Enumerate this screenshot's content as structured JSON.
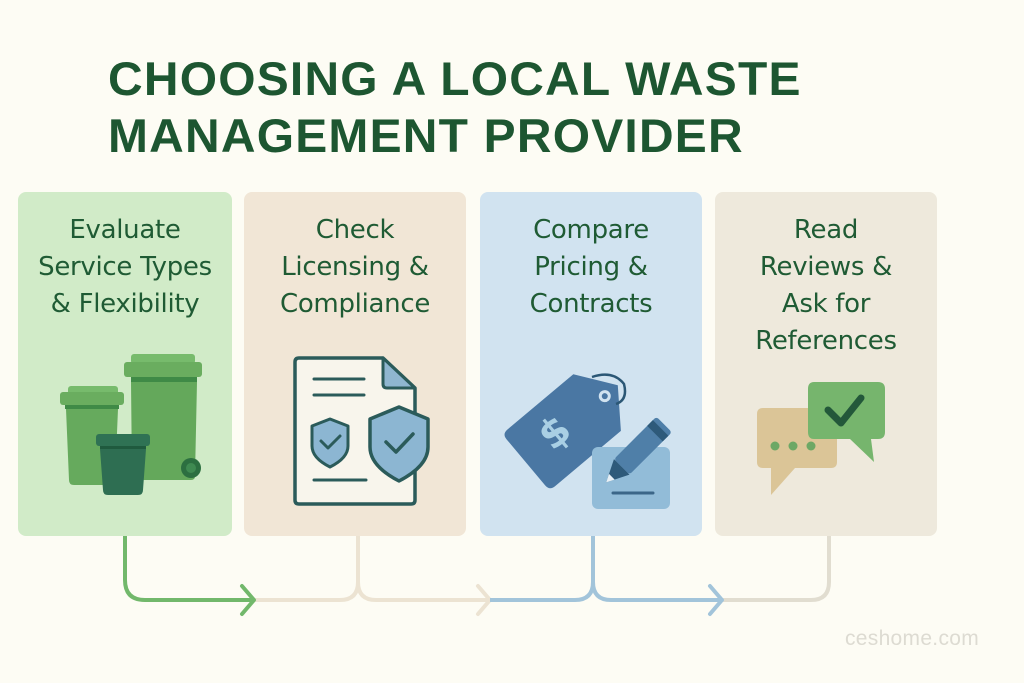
{
  "title": {
    "line1": "CHOOSING A LOCAL WASTE",
    "line2": "MANAGEMENT PROVIDER"
  },
  "colors": {
    "background": "#fdfcf4",
    "title": "#1d5631",
    "card_text": "#1f5b34",
    "card1_bg": "#d1ebc8",
    "card2_bg": "#f1e6d6",
    "card3_bg": "#d1e3f0",
    "card4_bg": "#eee9dc",
    "arrow_green": "#72b86b",
    "arrow_beige": "#ece3d2",
    "arrow_blue": "#a2c4da",
    "arrow_gray": "#e1ddd0"
  },
  "steps": [
    {
      "lines": [
        "Evaluate",
        "Service Types",
        "& Flexibility"
      ],
      "icon": "waste-bins-icon"
    },
    {
      "lines": [
        "Check",
        "Licensing &",
        "Compliance"
      ],
      "icon": "document-shield-icon"
    },
    {
      "lines": [
        "Compare",
        "Pricing &",
        "Contracts"
      ],
      "icon": "price-tag-pencil-icon"
    },
    {
      "lines": [
        "Read",
        "Reviews &",
        "Ask for",
        "References"
      ],
      "icon": "chat-bubbles-check-icon"
    }
  ],
  "watermark": "ceshome.com"
}
